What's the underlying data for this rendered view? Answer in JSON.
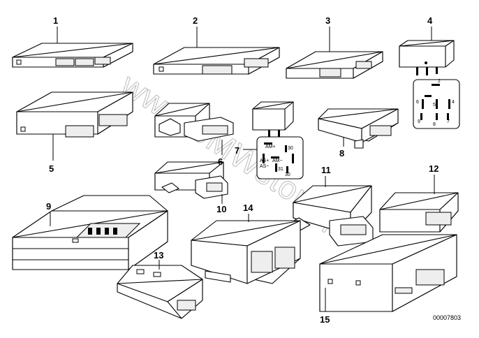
{
  "watermark": "www.BMWstore.pl",
  "reference_code": "00007803",
  "parts": [
    {
      "number": "1"
    },
    {
      "number": "2"
    },
    {
      "number": "3"
    },
    {
      "number": "4"
    },
    {
      "number": "5"
    },
    {
      "number": "6"
    },
    {
      "number": "7"
    },
    {
      "number": "8"
    },
    {
      "number": "9"
    },
    {
      "number": "10"
    },
    {
      "number": "11"
    },
    {
      "number": "12"
    },
    {
      "number": "13"
    },
    {
      "number": "14"
    },
    {
      "number": "15"
    }
  ],
  "relay_4_pins": [
    "2",
    "6",
    "5",
    "4",
    "9",
    "8",
    "7"
  ],
  "relay_7_pins": [
    "AM+",
    "30",
    "AM−",
    "AS+",
    "AS−",
    "31",
    "30"
  ]
}
